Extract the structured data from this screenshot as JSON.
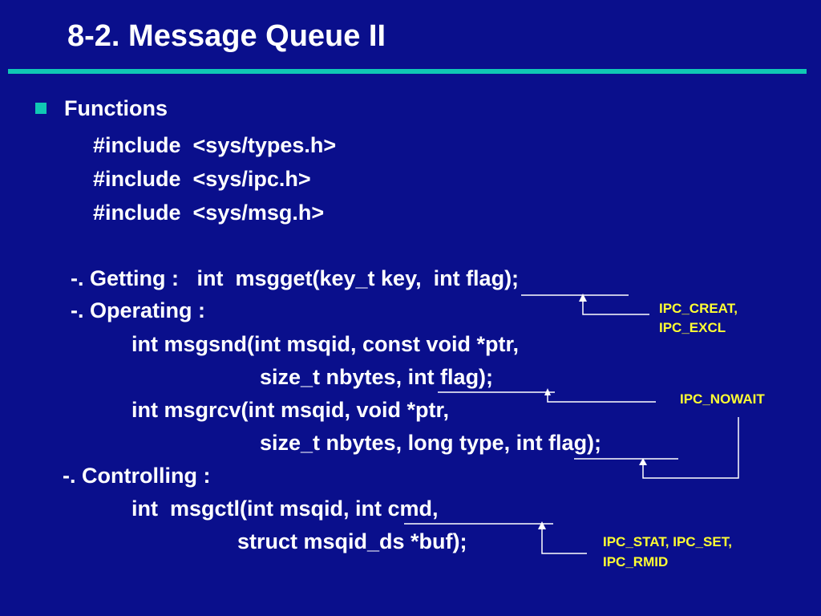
{
  "slide": {
    "title": "8-2. Message Queue II",
    "heading": "Functions",
    "includes": [
      "#include  <sys/types.h>",
      "#include  <sys/ipc.h>",
      "#include  <sys/msg.h>"
    ],
    "getting": "-. Getting :   int  msgget(key_t key,  int flag);",
    "operating": "-. Operating :",
    "msgsnd_1": "int msgsnd(int msqid, const void *ptr,",
    "msgsnd_2": "size_t nbytes, int flag);",
    "msgrcv_1": "int msgrcv(int msqid, void *ptr,",
    "msgrcv_2": "size_t nbytes, long type, int flag);",
    "controlling": "-. Controlling :",
    "msgctl_1": "int  msgctl(int msqid, int cmd,",
    "msgctl_2": "struct msqid_ds *buf);",
    "notes": {
      "creat_1": "IPC_CREAT,",
      "creat_2": "IPC_EXCL",
      "nowait": "IPC_NOWAIT",
      "stat_1": "IPC_STAT, IPC_SET,",
      "stat_2": "IPC_RMID"
    }
  },
  "colors": {
    "background": "#0a0f8c",
    "accent": "#10c8b4",
    "note": "#ffff33",
    "text": "#ffffff"
  }
}
